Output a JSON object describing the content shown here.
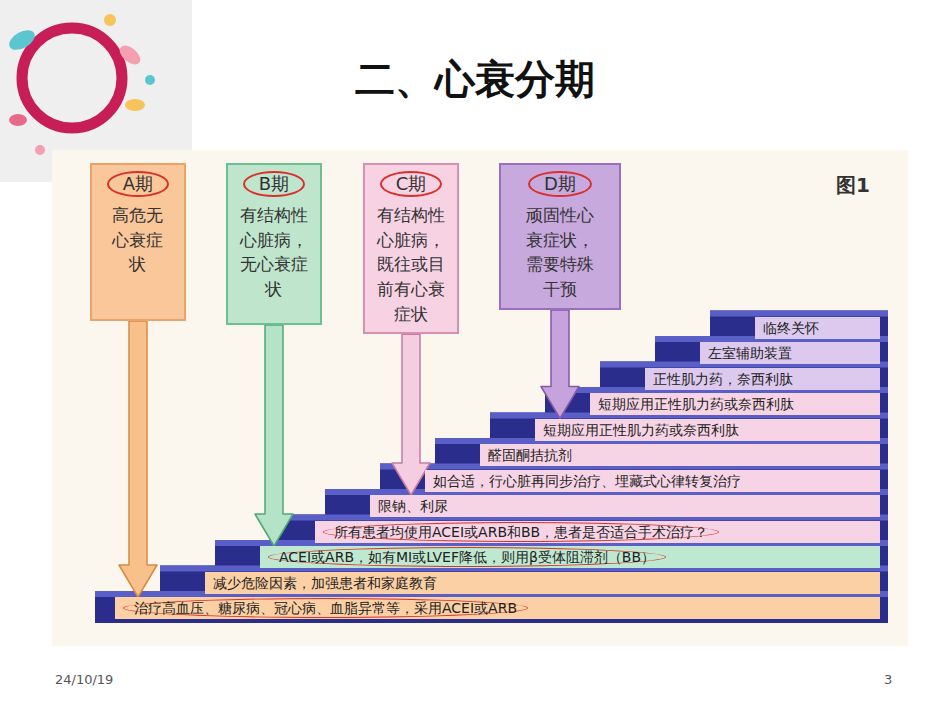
{
  "diagram": {
    "title": "二、心衰分期",
    "nodes": [
      {
        "text": [
          "A期",
          "高危无心衰症状"
        ]
      },
      {
        "text": [
          "B期",
          "有结构性心脏病，无心衰症状"
        ]
      },
      {
        "text": [
          "C期",
          "有结构性心脏病，既往或目前有心衰症状"
        ]
      },
      {
        "text": [
          "D期",
          "顽固性心衰症状，需要特殊干预"
        ]
      },
      {
        "text": [
          "临终关怀"
        ]
      },
      {
        "text": [
          "左室辅助装置"
        ]
      },
      {
        "text": [
          "正性肌力药，奈西利肽"
        ]
      },
      {
        "text": [
          "短期应用正性肌力药或奈西利肽"
        ]
      },
      {
        "text": [
          "短期应用正性肌力药或奈西利肽"
        ]
      },
      {
        "text": [
          "醛固酮拮抗剂"
        ]
      },
      {
        "text": [
          "如合适，行心脏再同步治疗、埋藏式心律转复治疗"
        ]
      },
      {
        "text": [
          "限钠、利尿"
        ]
      },
      {
        "text": [
          "所有患者均使用ACEI或ARB和BB，患者是否适合手术治疗？"
        ]
      },
      {
        "text": [
          "ACEI或ARB，如有MI或LVEF降低，则用β受体阻滞剂（BB）"
        ]
      },
      {
        "text": [
          "减少危险因素，加强患者和家庭教育"
        ]
      },
      {
        "text": [
          "治疗高血压、糖尿病、冠心病、血脂异常等，采用ACEI或ARB"
        ]
      }
    ],
    "edges": [
      {
        "from": 0,
        "to": 15,
        "arrow": "to"
      },
      {
        "from": 1,
        "to": 13,
        "arrow": "to"
      },
      {
        "from": 2,
        "to": 11,
        "arrow": "to"
      },
      {
        "from": 3,
        "to": 8,
        "arrow": "to"
      }
    ],
    "labels": [
      "图1",
      "24/10/19",
      "3"
    ]
  }
}
